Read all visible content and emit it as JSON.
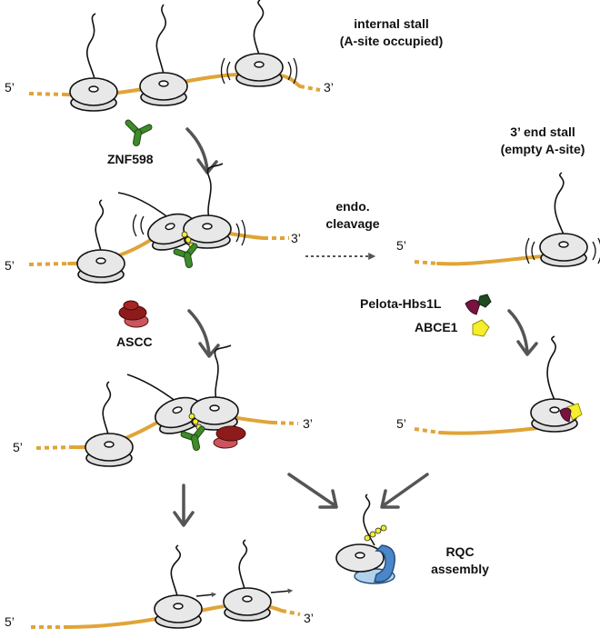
{
  "labels": {
    "internal_stall": "internal stall",
    "internal_stall_sub": "(A-site occupied)",
    "end_stall": "3’ end stall",
    "end_stall_sub": "(empty A-site)",
    "znf598": "ZNF598",
    "endo": "endo.",
    "cleavage": "cleavage",
    "ascc": "ASCC",
    "pelota": "Pelota-Hbs1L",
    "abce1": "ABCE1",
    "rqc": "RQC",
    "assembly": "assembly",
    "five_prime": "5’",
    "three_prime": "3’"
  },
  "colors": {
    "mrna": "#e0a437",
    "ribosome": "#e0e0e0",
    "znf598": "#3f8a2a",
    "ascc": "#8e1b1b",
    "ascc_light": "#c9565f",
    "pelota": "#7a1240",
    "hbs1l": "#1f4a22",
    "abce1": "#f4ee2c",
    "rqc": "#4a86c9",
    "rqc_light": "#b2d2ec",
    "arrow": "#555555"
  }
}
